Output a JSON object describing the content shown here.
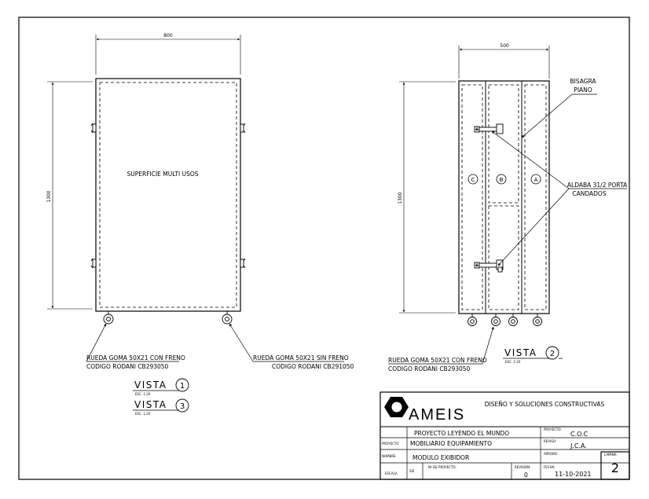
{
  "drawing": {
    "left_view": {
      "width_dim": "800",
      "height_dim": "1300",
      "surface_label": "SUPERFICIE  MULTI USOS",
      "caster_left_line1": "RUEDA GOMA 50X21 CON FRENO",
      "caster_left_line2": "CODIGO RODANI CB293050",
      "caster_right_line1": "RUEDA GOMA 50X21 SIN FRENO",
      "caster_right_line2": "CODIGO RODANI CB291050"
    },
    "right_view": {
      "width_dim": "500",
      "height_dim": "1300",
      "panel_c": "C",
      "panel_b": "B",
      "panel_a": "A",
      "hinge_line1": "BISAGRA",
      "hinge_line2": "PIANO",
      "latch_line1": "ALDABA 31/2 PORTA",
      "latch_line2": "CANDADOS",
      "caster_line1": "RUEDA GOMA 50X21 CON FRENO",
      "caster_line2": "CODIGO RODANI CB293050"
    },
    "views": [
      {
        "label": "VISTA",
        "number": "1",
        "scale": "ESC. 1:20"
      },
      {
        "label": "VISTA",
        "number": "2",
        "scale": "ESC. 1:20"
      },
      {
        "label": "VISTA",
        "number": "3",
        "scale": "ESC. 1:20"
      }
    ]
  },
  "title_block": {
    "logo_text": "AMEIS",
    "company": "DISEÑO Y SOLUCIONES CONSTRUCTIVAS",
    "row1_value": "PROYECTO LEYENDO EL MUNDO",
    "proyecto_label": "PROYECTO",
    "row2_value": "MOBILIARIO EQUIPAMIENTO",
    "nombre_label": "NOMBRE",
    "row3_value": "MODULO EXIBIDOR",
    "escala_label": "ESCALA",
    "escala_value": "S/E",
    "num_proyecto_label": "Nº DE PROYECTO:",
    "revision_label": "REVISIÓN:",
    "revision_value": "0",
    "proyecto_field_label": "PROYECTO:",
    "proyecto_field_value": "C.O.C",
    "reviso_label": "REVISO:",
    "reviso_value": "J.C.A.",
    "aprobo_label": "APROBO:",
    "fecha_label": "FECHA:",
    "fecha_value": "11-10-2021",
    "lamina_label": "LAMINA:",
    "lamina_value": "2"
  }
}
